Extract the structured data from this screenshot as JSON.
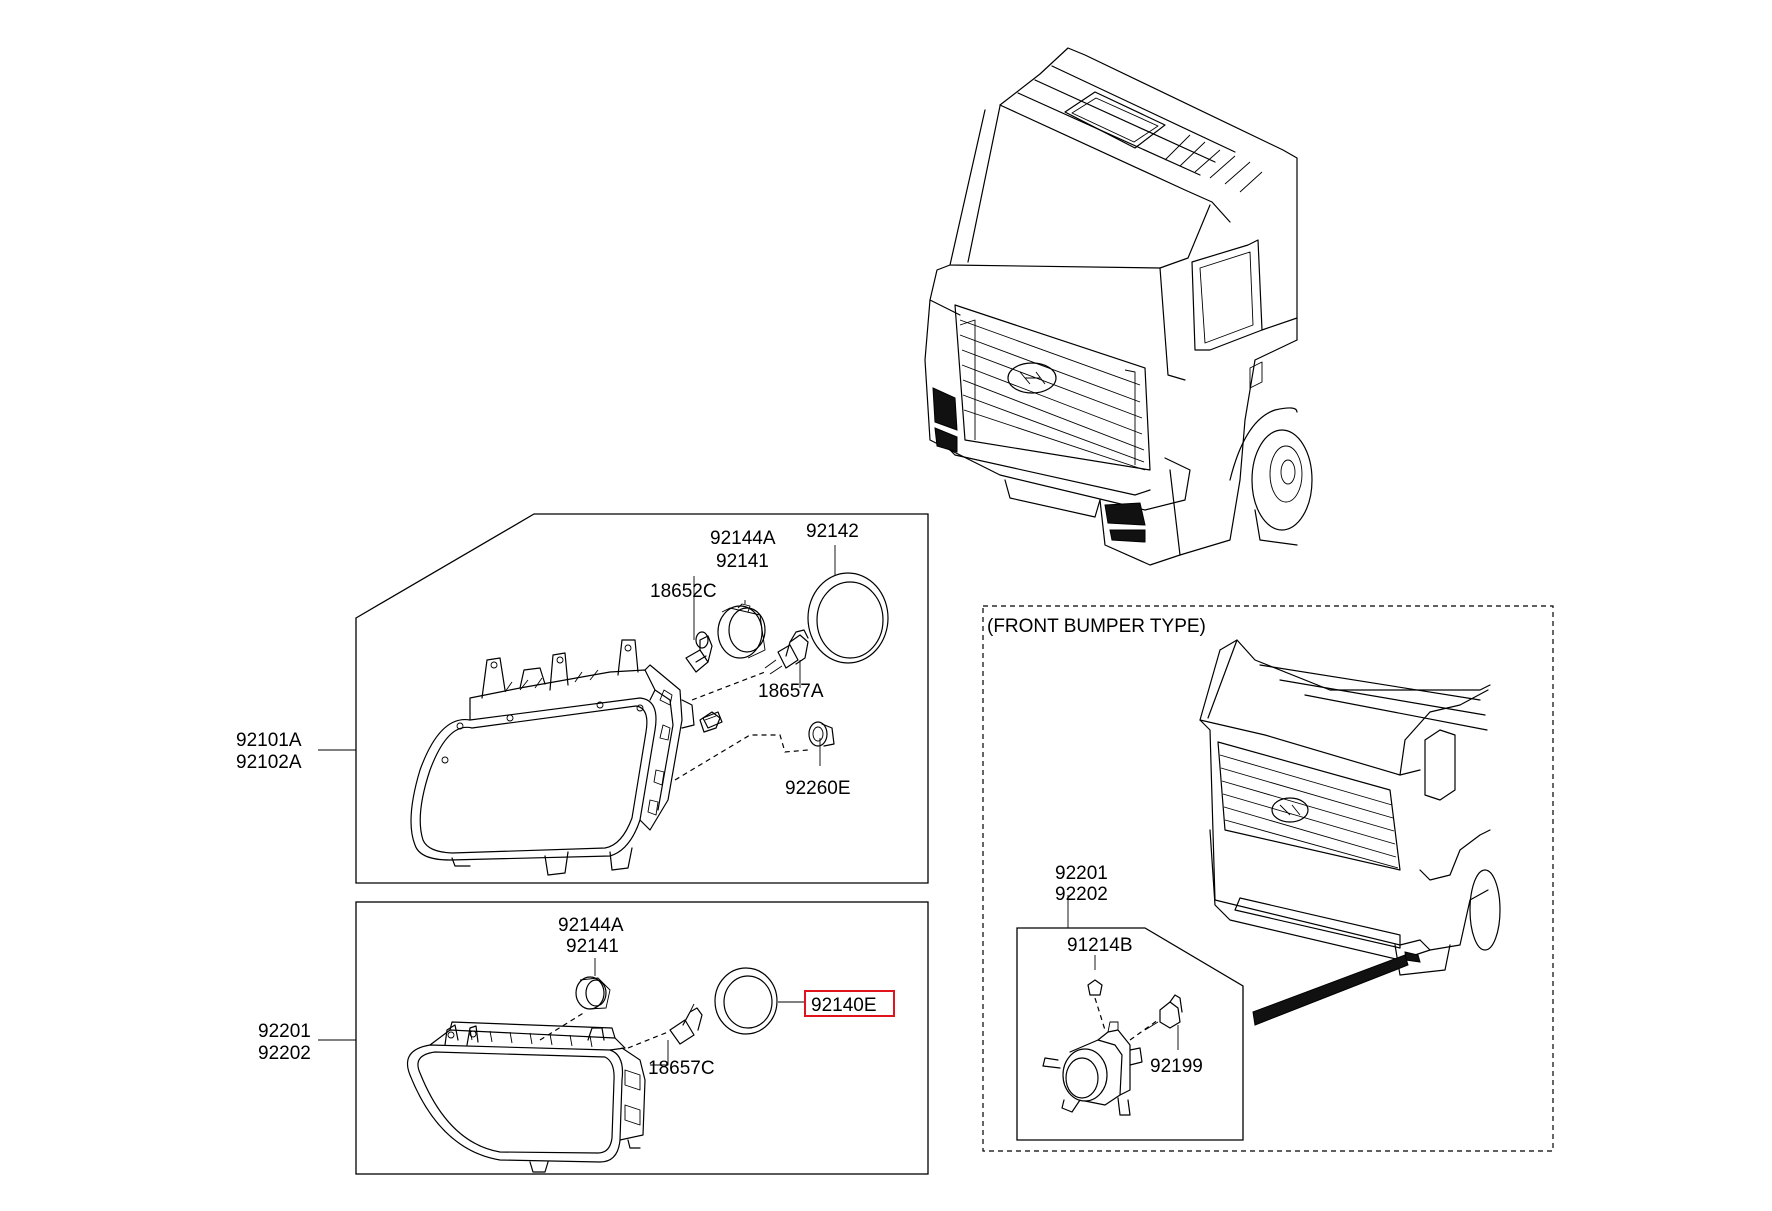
{
  "labels": {
    "p92144a_top": "92144A",
    "p92141_top": "92141",
    "p92142": "92142",
    "p18652c": "18652C",
    "p18657a": "18657A",
    "p92101a": "92101A",
    "p92102a": "92102A",
    "p92260e": "92260E",
    "p92144a_bot": "92144A",
    "p92141_bot": "92141",
    "p92140e": "92140E",
    "p92201_left": "92201",
    "p92202_left": "92202",
    "p18657c": "18657C",
    "front_bumper_type": "(FRONT BUMPER TYPE)",
    "p92201_right": "92201",
    "p92202_right": "92202",
    "p91214b": "91214B",
    "p92199": "92199"
  },
  "highlight": {
    "part": "92140E",
    "color": "#e0141c"
  }
}
